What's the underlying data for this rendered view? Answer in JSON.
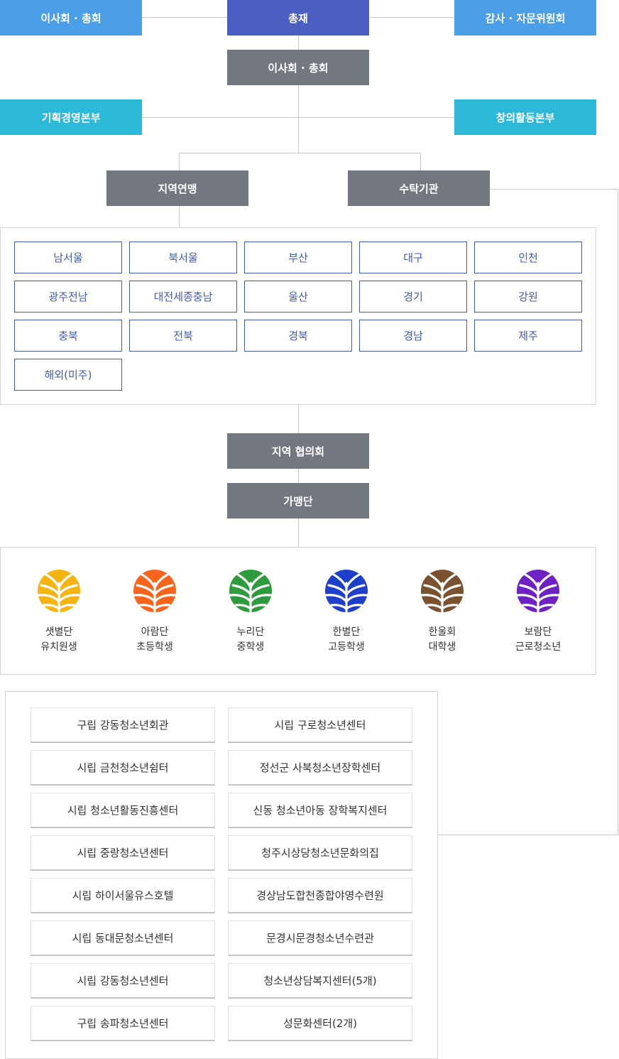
{
  "top_row": {
    "left": "이사회 · 총회",
    "center": "총재",
    "right": "감사 · 자문위원회"
  },
  "board": "이사회 · 총회",
  "headquarters": {
    "left": "기획경영본부",
    "right": "창의활동본부"
  },
  "branches": {
    "regional": "지역연맹",
    "trust": "수탁기관"
  },
  "regions": [
    "남서울",
    "북서울",
    "부산",
    "대구",
    "인천",
    "광주전남",
    "대전세종충남",
    "울산",
    "경기",
    "강원",
    "충북",
    "전북",
    "경북",
    "경남",
    "제주",
    "해외(미주)"
  ],
  "council": "지역 협의회",
  "scouts": "가맹단",
  "teams": [
    {
      "name": "샛별단",
      "desc": "유치원생",
      "color": "#f5b410"
    },
    {
      "name": "아람단",
      "desc": "초등학생",
      "color": "#f7641a"
    },
    {
      "name": "누리단",
      "desc": "중학생",
      "color": "#2e9b3e"
    },
    {
      "name": "한별단",
      "desc": "고등학생",
      "color": "#1d3fc9"
    },
    {
      "name": "한울회",
      "desc": "대학생",
      "color": "#7a5230"
    },
    {
      "name": "보람단",
      "desc": "근로청소년",
      "color": "#6f22c4"
    }
  ],
  "institutions": [
    [
      "구립 강동청소년회관",
      "시립 구로청소년센터"
    ],
    [
      "시립 금천청소년쉼터",
      "정선군 사북청소년장학센터"
    ],
    [
      "시립 청소년활동진흥센터",
      "신동 청소년아동 장학복지센터"
    ],
    [
      "시립 중랑청소년센터",
      "청주시상당청소년문화의집"
    ],
    [
      "시립 하이서울유스호텔",
      "경상남도합천종합야영수련원"
    ],
    [
      "시립 동대문청소년센터",
      "문경시문경청소년수련관"
    ],
    [
      "시립 강동청소년센터",
      "청소년상담복지센터(5개)"
    ],
    [
      "구립 송파청소년센터",
      "성문화센터(2개)"
    ]
  ]
}
